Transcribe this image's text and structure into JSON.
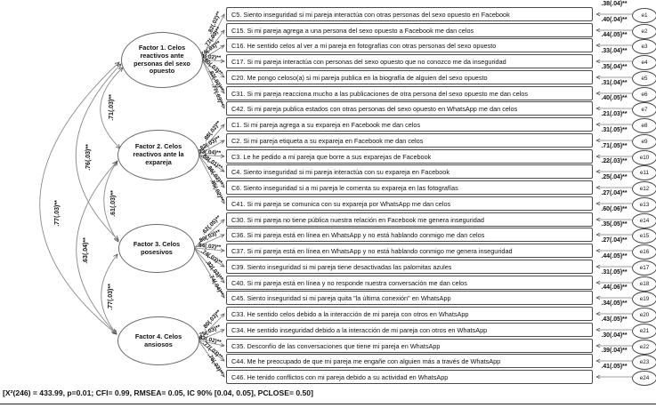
{
  "model": "CFA de 4 factores: celos en redes sociales",
  "factors": [
    {
      "name": "Factor 1. Celos reactivos ante personas del sexo opuesto",
      "items": [
        {
          "label": "C5. Siento inseguridad si mi pareja interactúa con otras personas del sexo opuesto en Facebook",
          "loading": ".82(.02)**",
          "error": ".38(.04)**",
          "error_name": "e1"
        },
        {
          "label": "C15. Si mi pareja agrega a una persona del sexo opuesto a Facebook me dan celos",
          "loading": ".77(.03)**",
          "error": ".40(.04)**",
          "error_name": "e2"
        },
        {
          "label": "C16. He sentido celos al ver a mi pareja en fotografías con otras personas del sexo opuesto",
          "loading": ".74(.03)**",
          "error": ".44(.05)**",
          "error_name": "e3"
        },
        {
          "label": "C17. Si mi pareja interactúa con personas del sexo opuesto que no conozco me da inseguridad",
          "loading": ".81(.02)**",
          "error": ".33(.04)**",
          "error_name": "e4"
        },
        {
          "label": "C20. Me pongo celoso(a) si mi pareja publica en la biografía de alguien del sexo opuesto",
          "loading": ".80(.03)**",
          "error": ".35(.04)**",
          "error_name": "e5"
        },
        {
          "label": "C31. Si mi pareja reacciona mucho a las publicaciones de otra persona del sexo opuesto me dan celos",
          "loading": ".82(.02)**",
          "error": ".31(.04)**",
          "error_name": "e6"
        },
        {
          "label": "C42. Si mi pareja publica estados con otras personas del sexo opuesto en WhatsApp me dan celos",
          "loading": ".77(.03)**",
          "error": ".40(.05)**",
          "error_name": "e7"
        }
      ]
    },
    {
      "name": "Factor 2. Celos reactivos ante la expareja",
      "items": [
        {
          "label": "C1. Si mi pareja agrega a su expareja en Facebook me dan celos",
          "loading": ".88(.02)**",
          "error": ".21(.03)**",
          "error_name": "e8"
        },
        {
          "label": "C2. Si mi pareja etiqueta a su expareja en Facebook me dan celos",
          "loading": ".82(.03)**",
          "error": ".31(.05)**",
          "error_name": "e9"
        },
        {
          "label": "C3. Le he pedido a mi pareja que borre a sus exparejas de Facebook",
          "loading": ".53(.04)**",
          "error": ".71(.05)**",
          "error_name": "e10"
        },
        {
          "label": "C4. Siento inseguridad si mi pareja interactúa con su expareja en Facebook",
          "loading": ".88(.01)**",
          "error": ".22(.03)**",
          "error_name": "e11"
        },
        {
          "label": "C6. Siento inseguridad si a mi pareja le comenta su expareja en las fotografías",
          "loading": ".86(.02)**",
          "error": ".25(.04)**",
          "error_name": "e12"
        },
        {
          "label": "C41. Si mi pareja se comunica con su expareja por WhatsApp me dan celos",
          "loading": ".85(.02)**",
          "error": ".27(.04)**",
          "error_name": "e13"
        }
      ]
    },
    {
      "name": "Factor 3. Celos posesivos",
      "items": [
        {
          "label": "C30. Si mi pareja no tiene pública nuestra relación en Facebook me genera inseguridad",
          "loading": ".62(.05)**",
          "error": ".60(.06)**",
          "error_name": "e14"
        },
        {
          "label": "C36. Si mi pareja está en línea en WhatsApp y no está hablando conmigo me dan celos",
          "loading": ".80(.03)**",
          "error": ".35(.05)**",
          "error_name": "e15"
        },
        {
          "label": "C37. Si mi pareja está en línea en WhatsApp y no está hablando conmigo me genera inseguridad",
          "loading": ".84(.02)**",
          "error": ".27(.04)**",
          "error_name": "e16"
        },
        {
          "label": "C39. Siento inseguridad si mi pareja tiene desactivadas las palomitas azules",
          "loading": ".74(.03)**",
          "error": ".44(.05)**",
          "error_name": "e17"
        },
        {
          "label": "C40. Si mi pareja está en línea y no responde nuestra conversación me dan celos",
          "loading": ".82(.03)**",
          "error": ".31(.05)**",
          "error_name": "e18"
        },
        {
          "label": "C45. Siento inseguridad si mi pareja quita \"la última conexión\" en WhatsApp",
          "loading": ".74(.04)**",
          "error": ".44(.06)**",
          "error_name": "e19"
        }
      ]
    },
    {
      "name": "Factor 4. Celos ansiosos",
      "items": [
        {
          "label": "C33. He sentido celos debido a la interacción de mi pareja con otros en WhatsApp",
          "loading": ".80(.03)**",
          "error": ".34(.05)**",
          "error_name": "e20"
        },
        {
          "label": "C34. He sentido inseguridad debido a la interacción de mi pareja con otros en WhatsApp",
          "loading": ".75(.03)**",
          "error": ".43(.05)**",
          "error_name": "e21"
        },
        {
          "label": "C35. Desconfío de las conversaciones que tiene mi pareja en WhatsApp",
          "loading": ".83(.02)**",
          "error": ".30(.04)**",
          "error_name": "e22"
        },
        {
          "label": "C44. Me he preocupado de que mi pareja me engañe con alguien más a través de WhatsApp",
          "loading": ".77(.03)**",
          "error": ".39(.04)**",
          "error_name": "e23"
        },
        {
          "label": "C46. He tenido conflictos con mi pareja debido a su actividad en WhatsApp",
          "loading": ".76(.03)**",
          "error": ".41(.05)**",
          "error_name": "e24"
        }
      ]
    }
  ],
  "correlations": [
    {
      "between": "Factor 1 - Factor 2",
      "value": ".71(.03)**"
    },
    {
      "between": "Factor 1 - Factor 3",
      "value": ".76(.03)**"
    },
    {
      "between": "Factor 1 - Factor 4",
      "value": ".77(.03)**"
    },
    {
      "between": "Factor 2 - Factor 3",
      "value": ".61(.03)**"
    },
    {
      "between": "Factor 2 - Factor 4",
      "value": ".63(.04)**"
    },
    {
      "between": "Factor 3 - Factor 4",
      "value": ".77(.03)**"
    }
  ],
  "fit_statistics": "[X²(246) = 433.99, p=0.01; CFI= 0.99, RMSEA= 0.05, IC 90% [0.04, 0.05], PCLOSE= 0.50]"
}
